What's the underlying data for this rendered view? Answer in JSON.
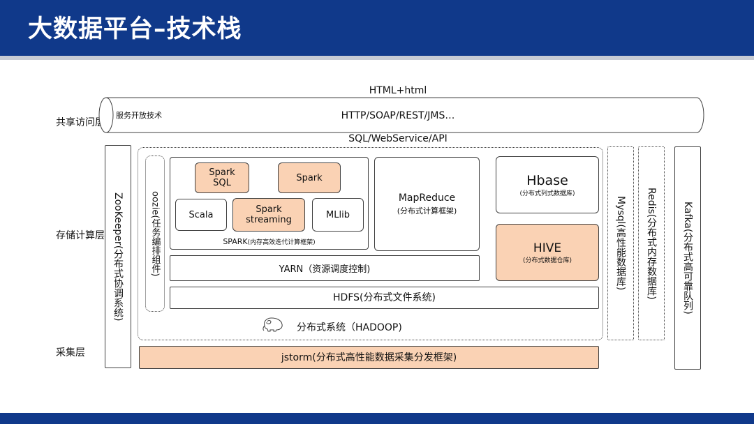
{
  "header": {
    "title": "大数据平台–技术栈"
  },
  "layers": {
    "access": "共享访问层",
    "storage_compute": "存储计算层",
    "collection": "采集层"
  },
  "access": {
    "html": "HTML+html",
    "service_label": "服务开放技术",
    "protocols": "HTTP/SOAP/REST/JMS…",
    "api": "SQL/WebService/API"
  },
  "side": {
    "zookeeper": "ZooKeeper(分布式协调系统)",
    "oozie": "oozie(任务编排组件)",
    "mysql": "Mysql(高性能数据库)",
    "redis": "Redis(分布式内存数据库)",
    "kafka": "Kafka(分布式高可靠队列)"
  },
  "spark": {
    "spark_sql": "Spark SQL",
    "spark": "Spark",
    "scala": "Scala",
    "streaming": "Spark streaming",
    "mllib": "MLlib",
    "caption_main": "SPARK",
    "caption_sub": "(内存高效迭代计算框架)"
  },
  "mapreduce": {
    "name": "MapReduce",
    "desc": "(分布式计算框架)"
  },
  "hbase": {
    "name": "Hbase",
    "desc": "(分布式列式数据库)"
  },
  "hive": {
    "name": "HIVE",
    "desc": "(分布式数据仓库)"
  },
  "yarn": "YARN（资源调度控制)",
  "hdfs": "HDFS(分布式文件系统)",
  "hadoop": "分布式系统（HADOOP)",
  "jstorm": "jstorm(分布式高性能数据采集分发框架)",
  "colors": {
    "header": "#10398a",
    "orange": "#fad2b4",
    "border": "#404040"
  },
  "icons": {
    "hadoop": "hadoop-elephant-icon"
  }
}
